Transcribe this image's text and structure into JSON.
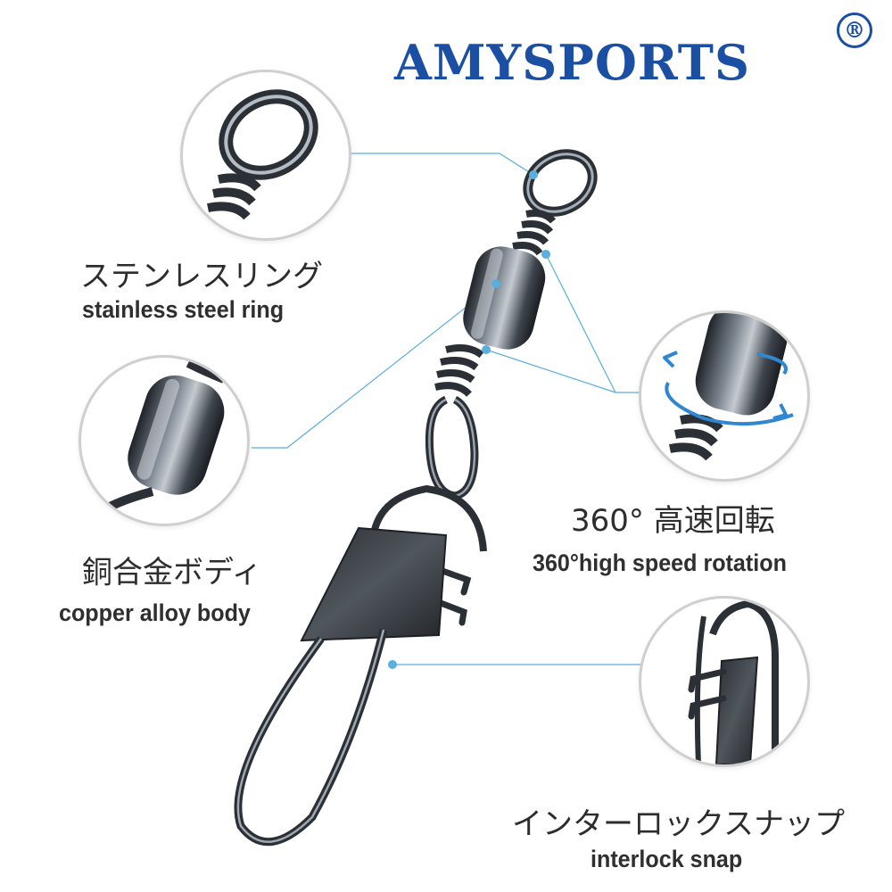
{
  "brand": {
    "name": "AMYSPORTS",
    "registered_mark": "®",
    "color": "#1a4fa3"
  },
  "callouts": [
    {
      "id": "ring",
      "label_jp": "ステンレスリング",
      "label_en": "stainless steel ring"
    },
    {
      "id": "body",
      "label_jp": "銅合金ボディ",
      "label_en": "copper alloy body"
    },
    {
      "id": "rotation",
      "label_jp": "360° 高速回転",
      "label_en": "360°high speed rotation"
    },
    {
      "id": "snap",
      "label_jp": "インターロックスナップ",
      "label_en": "interlock snap"
    }
  ],
  "colors": {
    "leader_line": "#5aaee0",
    "metal_dark": "#2b2f36",
    "metal_light": "#9aa3ad",
    "rotation_arrow": "#2f86d1"
  },
  "icons": {
    "rotation": "rotation-arrows-icon"
  }
}
